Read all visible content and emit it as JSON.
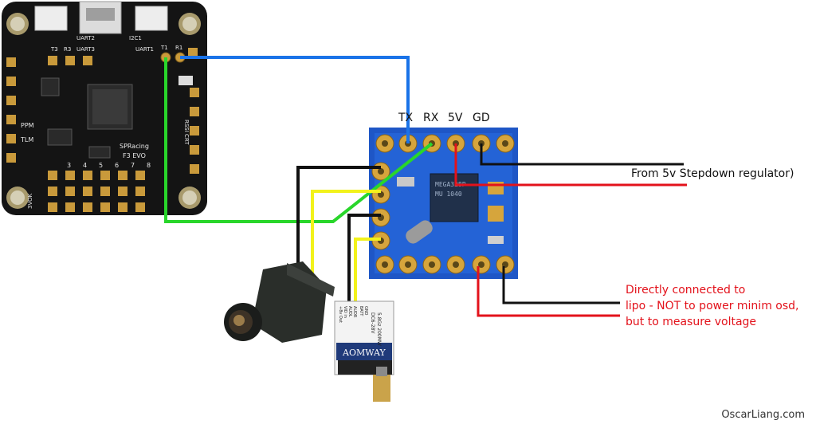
{
  "pin_labels": {
    "tx": "TX",
    "rx": "RX",
    "v5": "5V",
    "gd": "GD"
  },
  "notes": {
    "regulator": "From 5v Stepdown regulator)",
    "lipo": [
      "Directly connected to",
      "lipo - NOT to power minim osd,",
      "but to measure voltage"
    ]
  },
  "fc_labels": {
    "brand": "SPRacing",
    "model": "F3  EVO",
    "uart1": "UART1",
    "uart2": "UART2",
    "uart3": "UART3",
    "i2c1": "I2C1",
    "t1": "T1",
    "r1": "R1",
    "t3": "T3",
    "r3": "R3",
    "ppm": "PPM",
    "tlm": "TLM",
    "rssi": "RSSI",
    "crt": "CRT",
    "threevok": "3VOK",
    "nums": [
      "3",
      "4",
      "5",
      "6",
      "7",
      "8"
    ]
  },
  "vtx_labels": {
    "brand": "AOMWAY",
    "model": "DC6-28V",
    "freq": "5.8Gz 200MW",
    "batt": "BATT",
    "gnd": "GND",
    "audr": "AUDR",
    "audl": "AUDL",
    "vidin": "VID in",
    "out": "+8v Out"
  },
  "credit": "OscarLiang.com",
  "colors": {
    "blue_wire": "#1a73e8",
    "green_wire": "#29d62b",
    "yellow_wire": "#f2f21b",
    "black_wire": "#111111",
    "red_wire": "#e3121b",
    "osd_board": "#1e56c6",
    "pad_gold": "#d6a53c",
    "fc_board": "#141414"
  },
  "icons": [
    "flight-controller-board",
    "minim-osd-board",
    "fpv-camera",
    "video-transmitter"
  ]
}
